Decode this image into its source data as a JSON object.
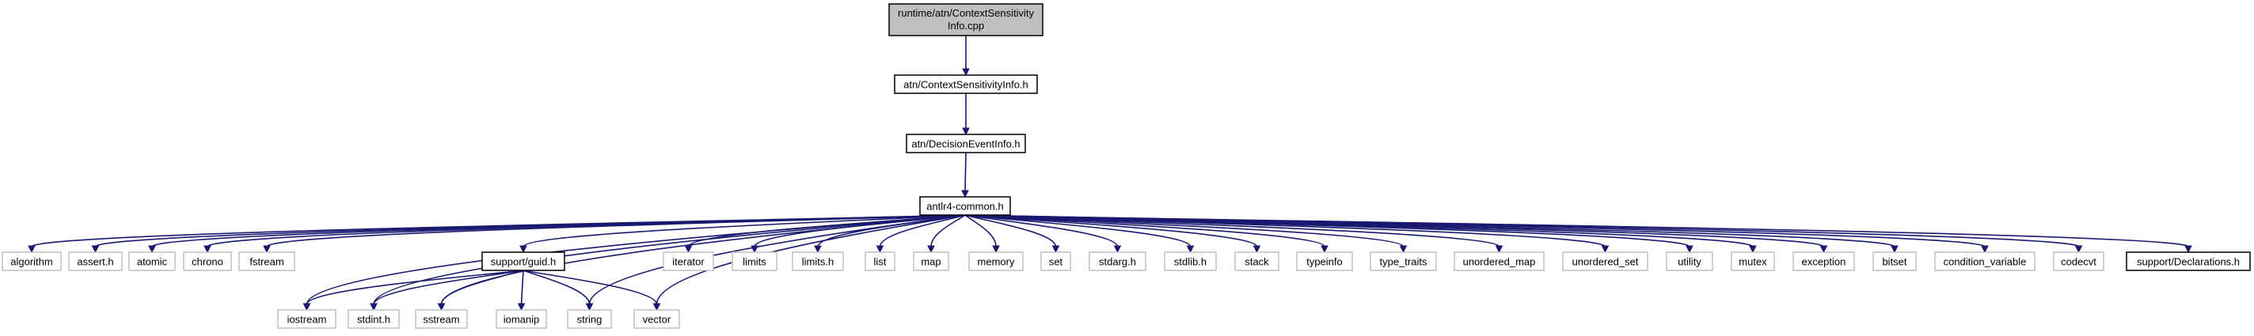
{
  "graph": {
    "root": {
      "line1": "runtime/atn/ContextSensitivity",
      "line2": "Info.cpp"
    },
    "nodes": {
      "csi_h": "atn/ContextSensitivityInfo.h",
      "dei_h": "atn/DecisionEventInfo.h",
      "common_h": "antlr4-common.h",
      "guid_h": "support/guid.h",
      "decl_h": "support/Declarations.h",
      "algorithm": "algorithm",
      "assert_h": "assert.h",
      "atomic": "atomic",
      "chrono": "chrono",
      "fstream": "fstream",
      "iterator": "iterator",
      "limits": "limits",
      "limits_h": "limits.h",
      "list": "list",
      "map": "map",
      "memory": "memory",
      "set": "set",
      "stdarg_h": "stdarg.h",
      "stdlib_h": "stdlib.h",
      "stack": "stack",
      "typeinfo": "typeinfo",
      "type_traits": "type_traits",
      "unordered_map": "unordered_map",
      "unordered_set": "unordered_set",
      "utility": "utility",
      "mutex": "mutex",
      "exception": "exception",
      "bitset": "bitset",
      "condition_variable": "condition_variable",
      "codecvt": "codecvt",
      "iostream": "iostream",
      "stdint_h": "stdint.h",
      "sstream": "sstream",
      "iomanip": "iomanip",
      "string": "string",
      "vector": "vector"
    }
  }
}
